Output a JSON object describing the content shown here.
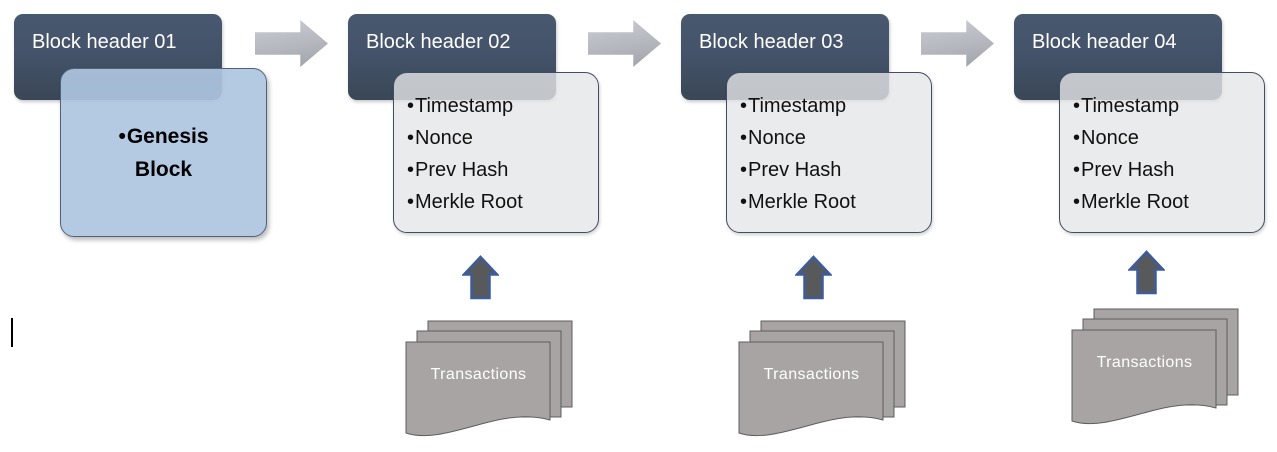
{
  "bullet": "•",
  "blocks": [
    {
      "header": "Block header 01",
      "items": [
        "Genesis Block"
      ]
    },
    {
      "header": "Block header 02",
      "items": [
        "Timestamp",
        "Nonce",
        "Prev Hash",
        "Merkle Root"
      ],
      "source_label": "Transactions"
    },
    {
      "header": "Block header 03",
      "items": [
        "Timestamp",
        "Nonce",
        "Prev Hash",
        "Merkle Root"
      ],
      "source_label": "Transactions"
    },
    {
      "header": "Block header 04",
      "items": [
        "Timestamp",
        "Nonce",
        "Prev Hash",
        "Merkle Root"
      ],
      "source_label": "Transactions"
    }
  ],
  "colors": {
    "header_gradient_top": "#48586E",
    "header_gradient_bottom": "#394756",
    "header_text": "#FFFFFF",
    "genesis_fill": "#B4C9E2",
    "genesis_border": "#50627A",
    "content_fill": "#E9E9EA",
    "content_border": "#3F4E62",
    "flow_arrow_top": "#CACDD3",
    "flow_arrow_bottom": "#9EA2A8",
    "up_arrow_fill": "#58595B",
    "up_arrow_border": "#3D5C9C",
    "document_fill": "#A8A4A3",
    "document_border": "#5E5E5E",
    "document_text": "#FFFFFF",
    "list_text": "#111111"
  }
}
